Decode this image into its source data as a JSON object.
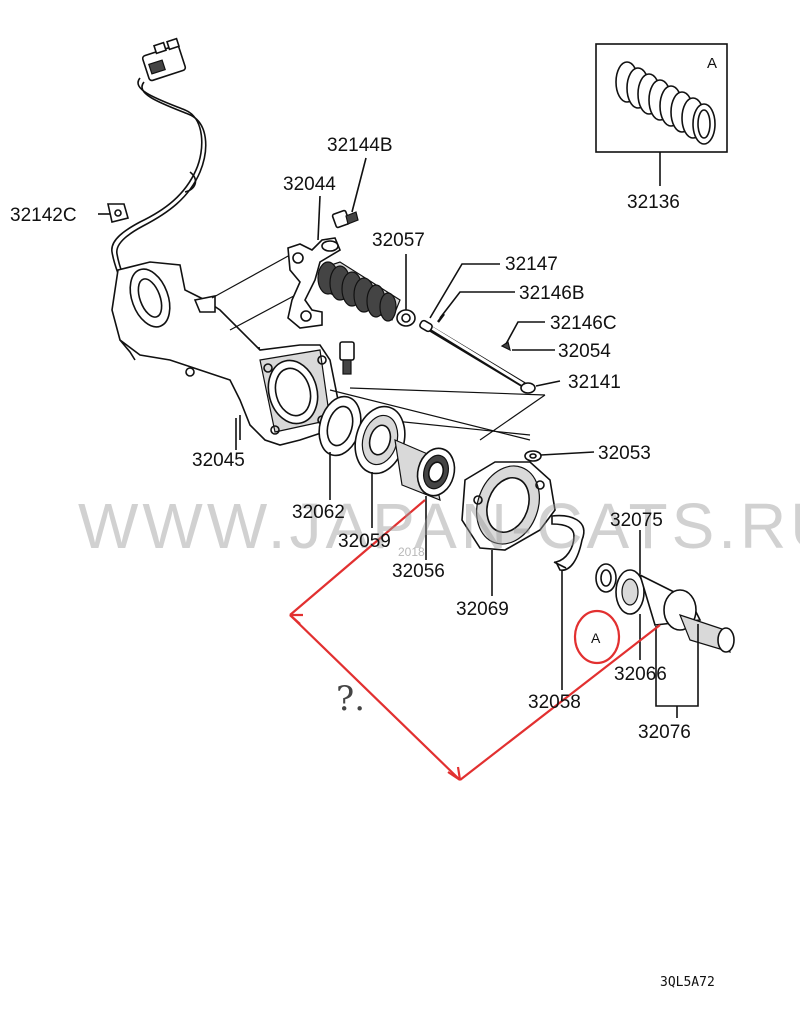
{
  "labels": {
    "p32144B": "32144B",
    "p32044": "32044",
    "p32142C": "32142C",
    "p32057": "32057",
    "p32147": "32147",
    "p32146B": "32146B",
    "p32146C": "32146C",
    "p32054": "32054",
    "p32141": "32141",
    "p32045": "32045",
    "p32053": "32053",
    "p32062": "32062",
    "p32059": "32059",
    "p32056": "32056",
    "p32069": "32069",
    "p32075": "32075",
    "p32058": "32058",
    "p32066": "32066",
    "p32076": "32076",
    "p32136": "32136"
  },
  "inset": {
    "tag": "A"
  },
  "callout": {
    "tag": "A"
  },
  "annotation": {
    "question": "?."
  },
  "watermark": {
    "text": "WWW.JAPAN-CATS.RU",
    "small": "2018"
  },
  "diagram_code": "3QL5A72",
  "colors": {
    "ink": "#111111",
    "annotation_red": "#e23030",
    "watermark": "#9a9a9a"
  }
}
